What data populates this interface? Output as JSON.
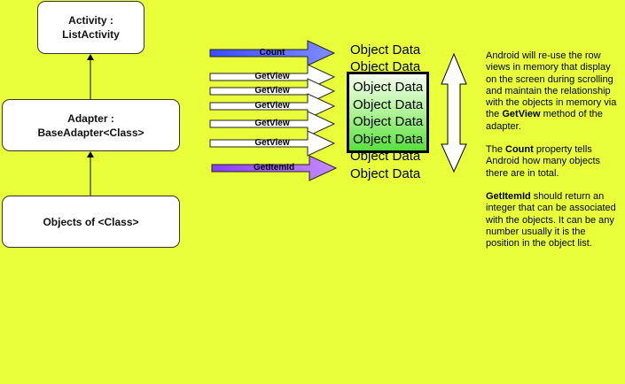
{
  "boxes": {
    "activity": "Activity :\nListActivity",
    "adapter": "Adapter :\nBaseAdapter<Class>",
    "objects": "Objects of <Class>"
  },
  "arrows": {
    "count": "Count",
    "getview": "GetView",
    "getitemid": "GetItemId"
  },
  "object_data": "Object Data",
  "colors": {
    "background": "#e8ff3a",
    "count_arrow": "#5566ff",
    "getitemid_arrow": "#a050ff",
    "getview_arrow": "#ffffff"
  },
  "explanation": {
    "p1_pre": "Android will re-use the row views in memory that display on the screen during scrolling and maintain the relationship with the objects in memory via the ",
    "p1_bold": "GetView",
    "p1_post": " method of the adapter.",
    "p2_pre": "The ",
    "p2_bold": "Count",
    "p2_post": " property tells Android how many objects there are in total.",
    "p3_bold": "GetItemId",
    "p3_post": " should return an integer that can be associated with the objects.  It can be any number usually it is the position in the object list."
  }
}
